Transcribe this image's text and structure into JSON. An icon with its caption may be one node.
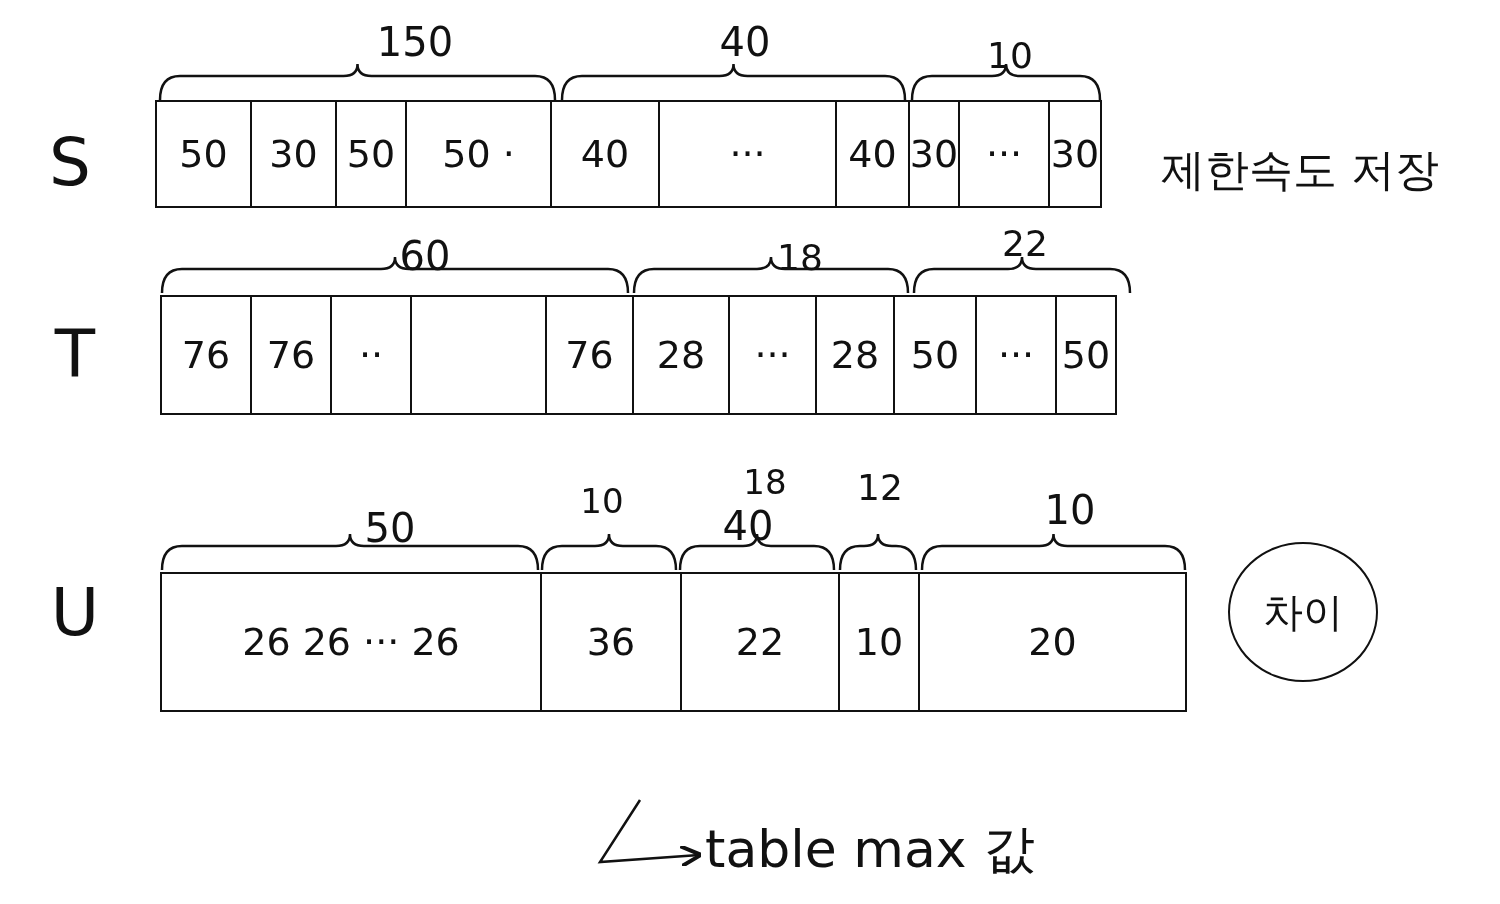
{
  "diagram": {
    "nodes": [
      {
        "text": [
          "50"
        ]
      },
      {
        "text": [
          "30"
        ]
      },
      {
        "text": [
          "50"
        ]
      },
      {
        "text": [
          "50 ·"
        ]
      },
      {
        "text": [
          "40"
        ]
      },
      {
        "text": [
          "···"
        ]
      },
      {
        "text": [
          "40"
        ]
      },
      {
        "text": [
          "30"
        ]
      },
      {
        "text": [
          "···"
        ]
      },
      {
        "text": [
          "30"
        ]
      },
      {
        "text": [
          "76"
        ]
      },
      {
        "text": [
          "76"
        ]
      },
      {
        "text": [
          "··"
        ]
      },
      {
        "text": [],
        "shape": "box"
      },
      {
        "text": [
          "76"
        ]
      },
      {
        "text": [
          "28"
        ]
      },
      {
        "text": [
          "···"
        ]
      },
      {
        "text": [
          "28"
        ]
      },
      {
        "text": [
          "50"
        ]
      },
      {
        "text": [
          "···"
        ]
      },
      {
        "text": [
          "50"
        ]
      },
      {
        "text": [
          "26 26 ··· 26"
        ]
      },
      {
        "text": [
          "36"
        ]
      },
      {
        "text": [
          "22"
        ]
      },
      {
        "text": [
          "10"
        ]
      },
      {
        "text": [
          "20"
        ]
      },
      {
        "text": [
          "차이"
        ]
      },
      {
        "text": [
          "table max 값"
        ]
      }
    ],
    "edges": [
      {
        "from": null,
        "to": 27,
        "arrow": "to"
      }
    ],
    "labels": [
      "S",
      "150",
      "40",
      "10",
      "제한속도 저장",
      "T",
      "60",
      "18",
      "22",
      "U",
      "50",
      "10",
      "18",
      "40",
      "12",
      "10"
    ]
  }
}
